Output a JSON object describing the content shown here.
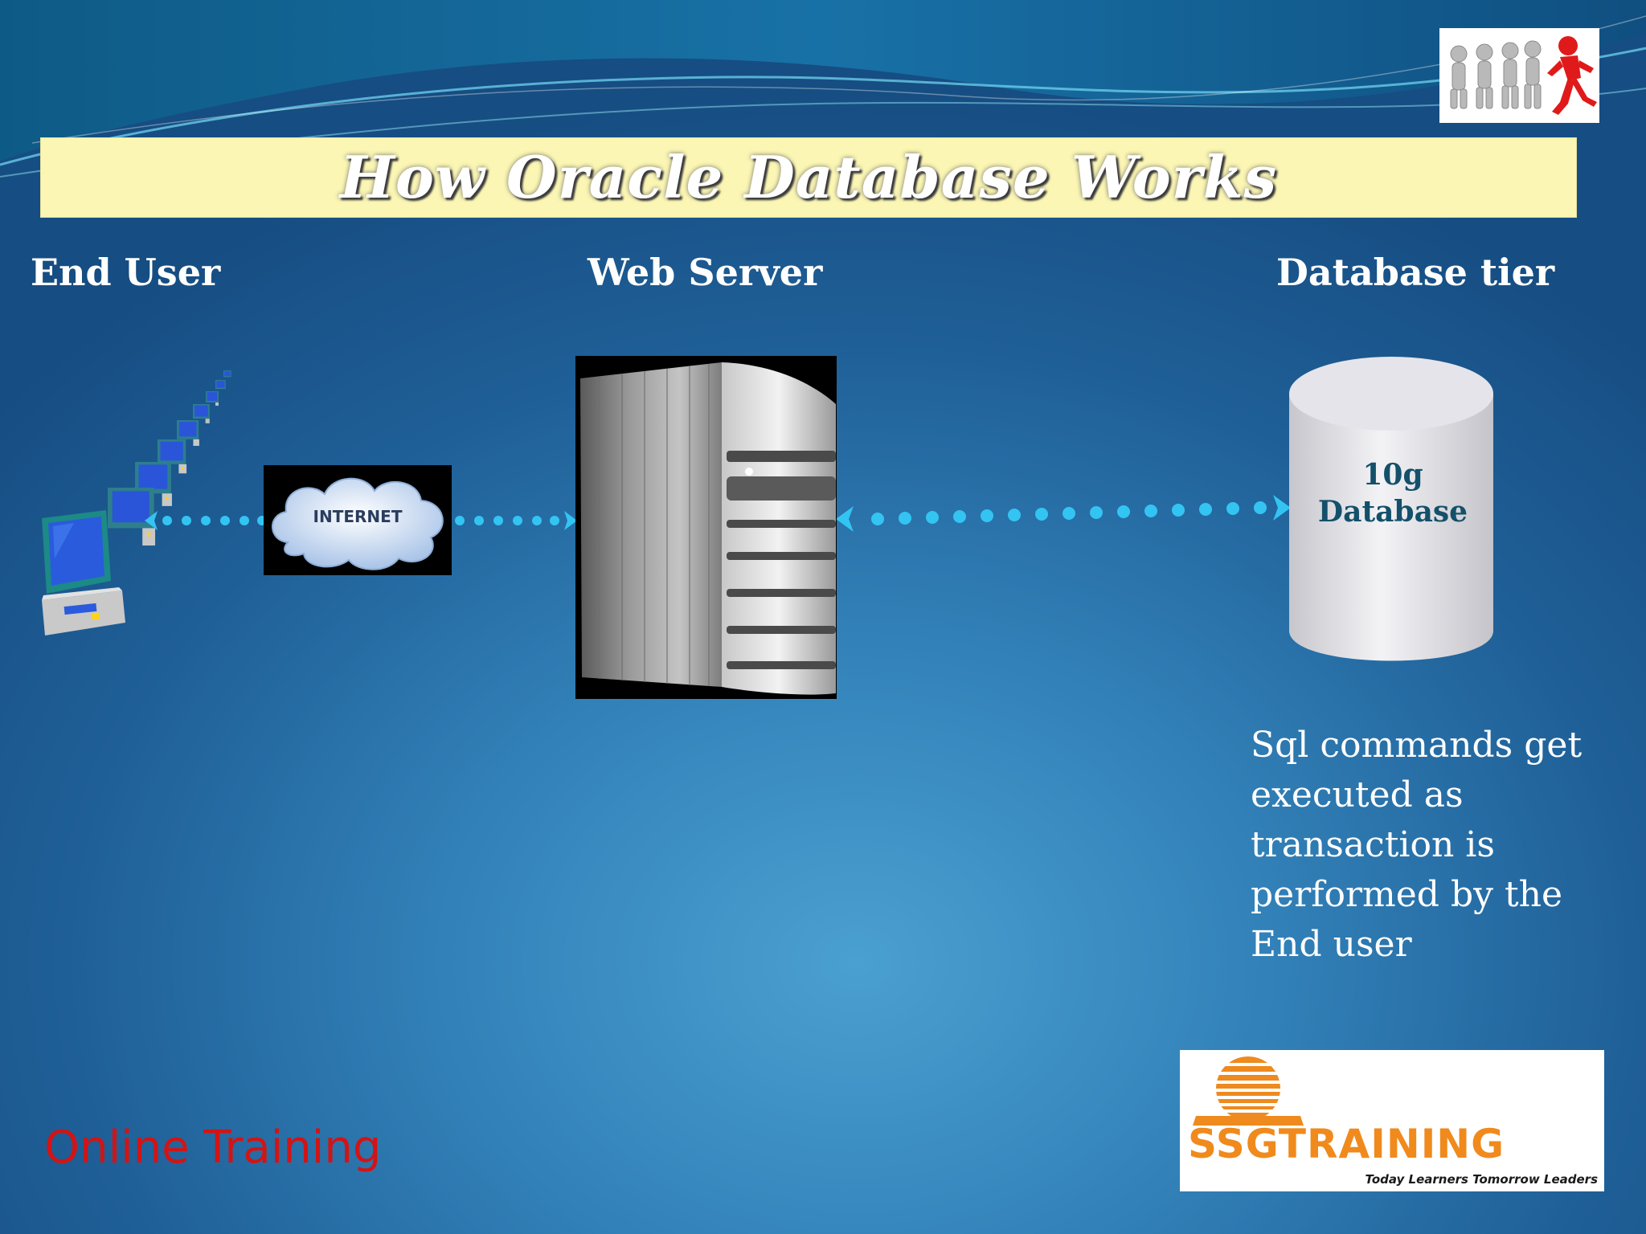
{
  "title": "How Oracle Database Works",
  "tiers": {
    "end_user": "End User",
    "web_server": "Web Server",
    "database_tier": "Database tier"
  },
  "internet_label": "INTERNET",
  "database": {
    "version": "10g",
    "label": "Database"
  },
  "description": "Sql commands  get executed as transaction is performed  by the End user",
  "footer_text": "Online Training",
  "logo": {
    "brand": "SSGTRAINING",
    "tagline": "Today Learners Tomorrow Leaders"
  },
  "colors": {
    "title_bar": "#fbf6b4",
    "connector": "#33c4f2",
    "footer_text": "#d21414",
    "brand": "#f08a1c"
  }
}
